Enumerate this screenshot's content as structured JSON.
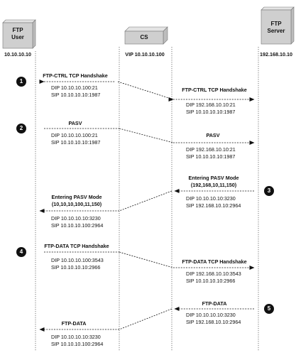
{
  "entities": {
    "ftp_user": {
      "label_line1": "FTP",
      "label_line2": "User",
      "address": "10.10.10.10"
    },
    "cs": {
      "label": "CS",
      "address": "VIP 10.10.10.100"
    },
    "ftp_server": {
      "label_line1": "FTP",
      "label_line2": "Server",
      "address": "192.168.10.10"
    }
  },
  "steps": [
    {
      "number": "1"
    },
    {
      "number": "2"
    },
    {
      "number": "3"
    },
    {
      "number": "4"
    },
    {
      "number": "5"
    }
  ],
  "messages": {
    "m1a": {
      "title": "FTP-CTRL TCP Handshake",
      "dip": "DIP 10.10.10.100:21",
      "sip": "SIP 10.10.10.10:1987"
    },
    "m1b": {
      "title": "FTP-CTRL TCP Handshake",
      "dip": "DIP 192.168.10.10:21",
      "sip": "SIP 10.10.10.10:1987"
    },
    "m2a": {
      "title": "PASV",
      "dip": "DIP 10.10.10.100:21",
      "sip": "SIP 10.10.10.10:1987"
    },
    "m2b": {
      "title": "PASV",
      "dip": "DIP 192.168.10.10:21",
      "sip": "SIP 10.10.10.10:1987"
    },
    "m3a": {
      "title": "Entering PASV Mode",
      "title2": "(192,168,10,11,150)",
      "dip": "DIP 10.10.10.10:3230",
      "sip": "SIP 192.168.10.10:2964"
    },
    "m3b": {
      "title": "Entering PASV Mode",
      "title2": "(10,10,10,100,11,150)",
      "dip": "DIP 10.10.10.10:3230",
      "sip": "SIP 10.10.10.100:2964"
    },
    "m4a": {
      "title": "FTP-DATA TCP Handshake",
      "dip": "DIP 10.10.10.100:3543",
      "sip": "SIP 10.10.10.10:2966"
    },
    "m4b": {
      "title": "FTP-DATA TCP Handshake",
      "dip": "DIP 192.168.10.10:3543",
      "sip": "SIP 10.10.10.10:2966"
    },
    "m5a": {
      "title": "FTP-DATA",
      "dip": "DIP 10.10.10.10:3230",
      "sip": "SIP 192.168.10.10:2964"
    },
    "m5b": {
      "title": "FTP-DATA",
      "dip": "DIP 10.10.10.10:3230",
      "sip": "SIP 10.10.10.100:2964"
    }
  }
}
